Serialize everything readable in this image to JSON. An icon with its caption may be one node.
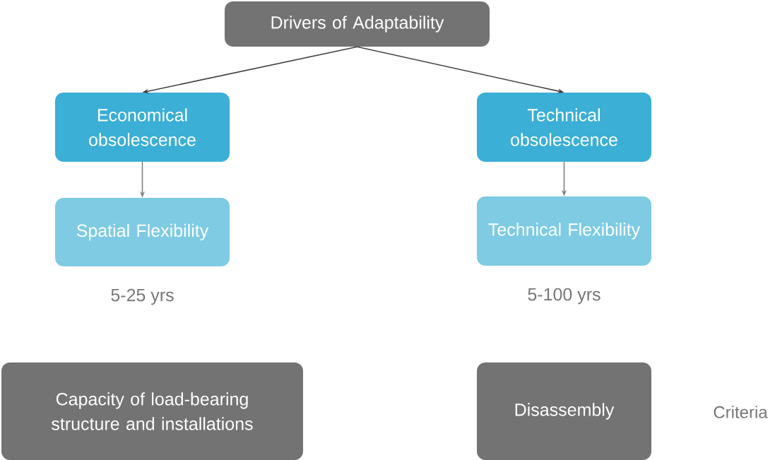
{
  "diagram": {
    "nodes": [
      {
        "text": [
          "Drivers of Adaptability"
        ]
      },
      {
        "text": [
          "Economical obsolescence"
        ]
      },
      {
        "text": [
          "Technical obsolescence"
        ]
      },
      {
        "text": [
          "Spatial Flexibility"
        ],
        "beside": [
          "5-25 yrs"
        ]
      },
      {
        "text": [
          "Technical Flexibility"
        ],
        "beside": [
          "5-100 yrs"
        ]
      },
      {
        "text": [
          "Capacity of load-bearing structure and installations"
        ]
      },
      {
        "text": [
          "Disassembly"
        ]
      }
    ],
    "edges": [
      {
        "from": 0,
        "to": 1,
        "arrow": "to"
      },
      {
        "from": 0,
        "to": 2,
        "arrow": "to"
      },
      {
        "from": 1,
        "to": 3,
        "arrow": "to",
        "color": "#808080"
      },
      {
        "from": 2,
        "to": 4,
        "arrow": "to",
        "color": "#808080"
      }
    ],
    "labels": [
      "Criteria"
    ]
  }
}
